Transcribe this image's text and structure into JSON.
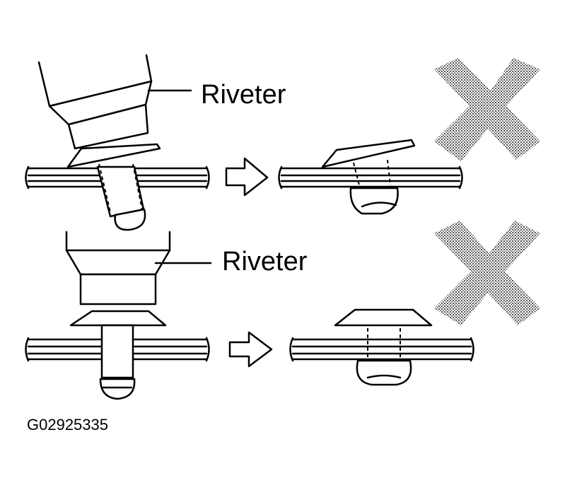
{
  "labels": {
    "riveter_top": "Riveter",
    "riveter_bottom": "Riveter",
    "figure_code": "G02925335"
  },
  "icons": {
    "incorrect_mark": "x-mark-icon",
    "step_arrow": "arrow-right-icon"
  },
  "colors": {
    "line": "#000000",
    "background": "#ffffff",
    "x_mark": "#9a9a9a"
  }
}
